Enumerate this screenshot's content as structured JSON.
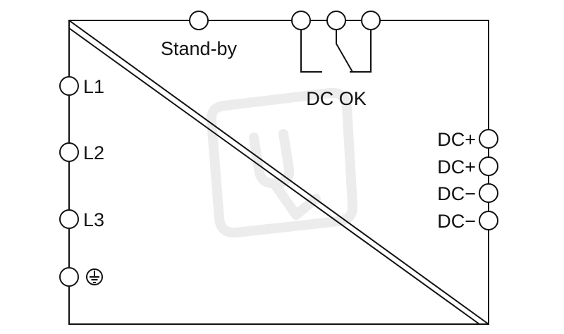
{
  "diagram": {
    "standby_label": "Stand-by",
    "dc_ok_label": "DC OK",
    "input_terminals": [
      {
        "label": "L1"
      },
      {
        "label": "L2"
      },
      {
        "label": "L3"
      },
      {
        "label": "",
        "icon": "protective-earth-icon"
      }
    ],
    "output_terminals": [
      {
        "label": "DC+"
      },
      {
        "label": "DC+"
      },
      {
        "label": "DC−"
      },
      {
        "label": "DC−"
      }
    ],
    "colors": {
      "stroke": "#111111",
      "background": "#ffffff",
      "watermark": "#ececec"
    }
  }
}
